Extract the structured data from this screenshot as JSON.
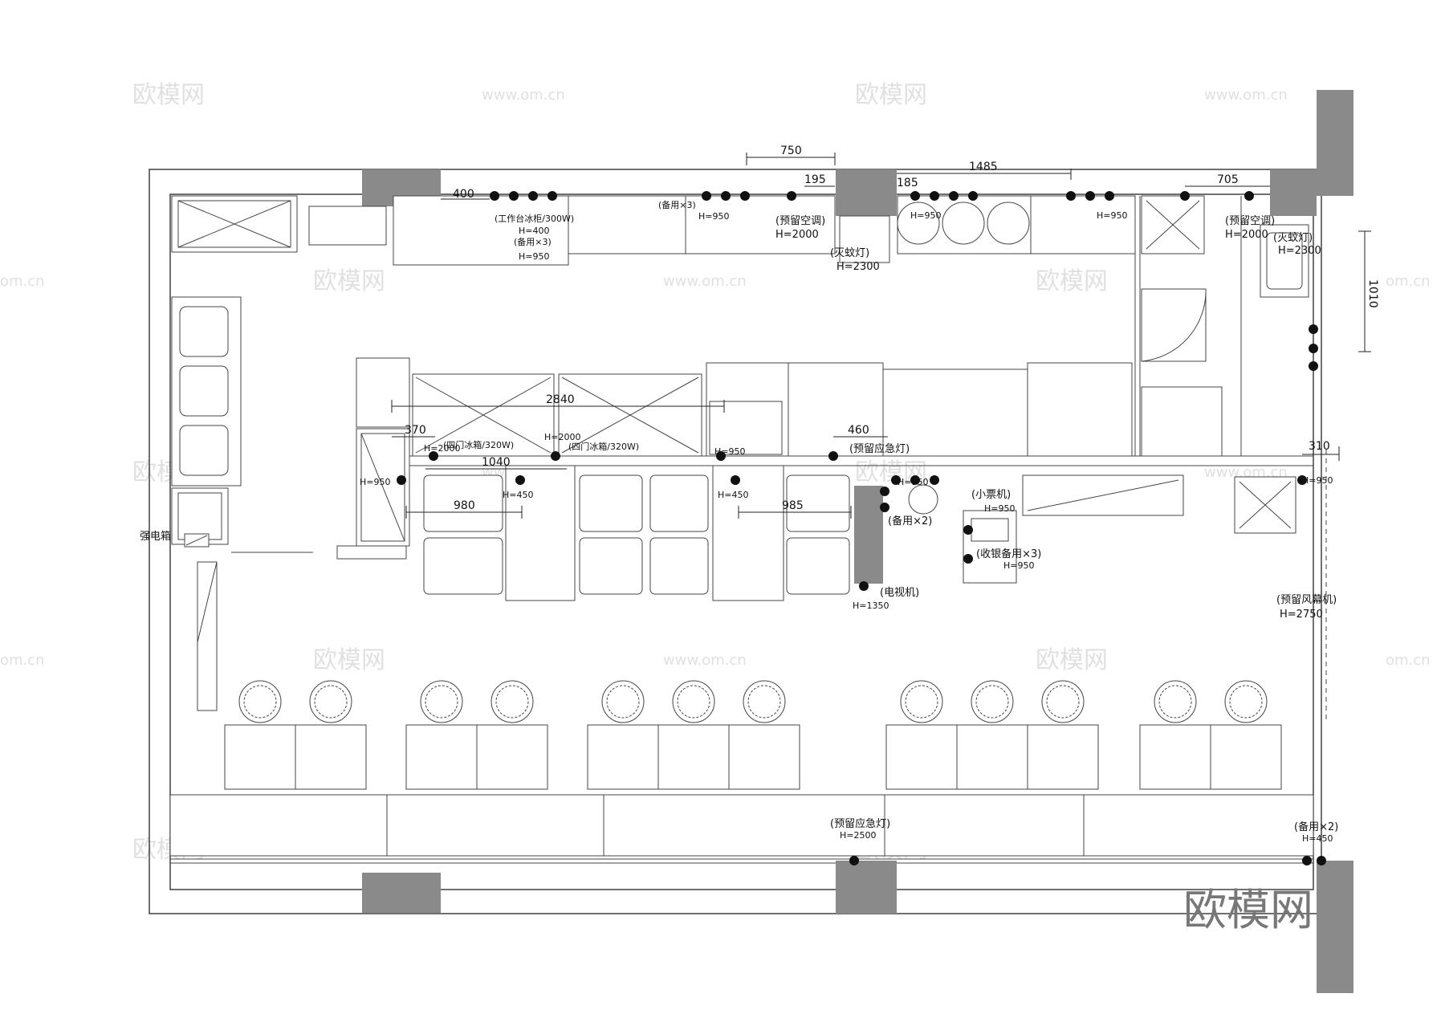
{
  "brand": "欧模网",
  "watermarks": {
    "cn": "欧模网",
    "url": "www.om.cn",
    "url_short": "om.cn"
  },
  "dimensions": {
    "d750": "750",
    "d195": "195",
    "d1485": "1485",
    "d185": "185",
    "d705": "705",
    "d400": "400",
    "d1010": "1010",
    "d2840": "2840",
    "d370": "370",
    "d1040": "1040",
    "d460": "460",
    "d980": "980",
    "d985": "985",
    "d310": "310"
  },
  "labels": {
    "workbench_fridge": "(工作台冰柜/300W)",
    "h400": "H=400",
    "spare_x3_a": "(备用×3)",
    "h950": "H=950",
    "spare_x3_b": "(备用×3)",
    "reserved_ac_1": "(预留空调)",
    "h2000": "H=2000",
    "mosquito_lamp_1": "(灭蚊灯)",
    "h2300": "H=2300",
    "reserved_ac_2": "(预留空调)",
    "mosquito_lamp_2": "(灭蚊灯)",
    "fridge_1": "(四门冰箱/320W)",
    "fridge_2": "(四门冰箱/320W)",
    "reserved_emergency_1": "(预留应急灯)",
    "h450": "H=450",
    "ticket_machine": "(小票机)",
    "spare_x2": "(备用×2)",
    "cashier_spare": "(收银备用×3)",
    "tv": "(电视机)",
    "h1350": "H=1350",
    "reserved_air_curtain": "(预留风幕机)",
    "h2750": "H=2750",
    "power_box": "强电箱",
    "reserved_emergency_2": "(预留应急灯)",
    "h2500": "H=2500",
    "spare_x2_b": "(备用×2)"
  }
}
